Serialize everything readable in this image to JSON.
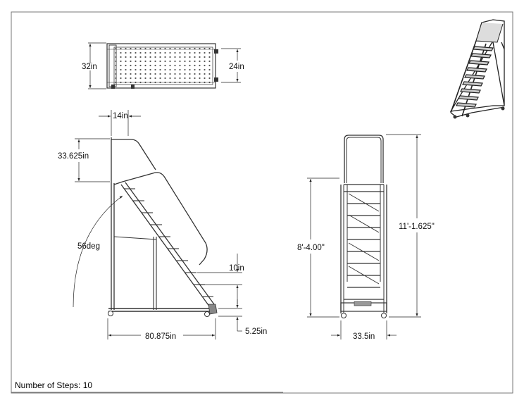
{
  "drawing": {
    "top_view": {
      "width_label": "32in",
      "platform_label": "24in"
    },
    "side_view": {
      "top_offset_label": "14in",
      "handrail_height_label": "33.625in",
      "angle_label": "56deg",
      "step_rise_label": "10in",
      "base_length_label": "80.875in",
      "caster_height_label": "5.25in"
    },
    "front_view": {
      "platform_height_label": "8'-4.00\"",
      "overall_height_label": "11'-1.625\"",
      "base_width_label": "33.5in"
    },
    "footer": {
      "steps_note": "Number of Steps: 10"
    },
    "colors": {
      "line": "#333333",
      "frame": "#777777",
      "iso_fill": "#c8c8c8"
    },
    "icons": {
      "isometric": "rolling-ladder-isometric-icon"
    }
  }
}
